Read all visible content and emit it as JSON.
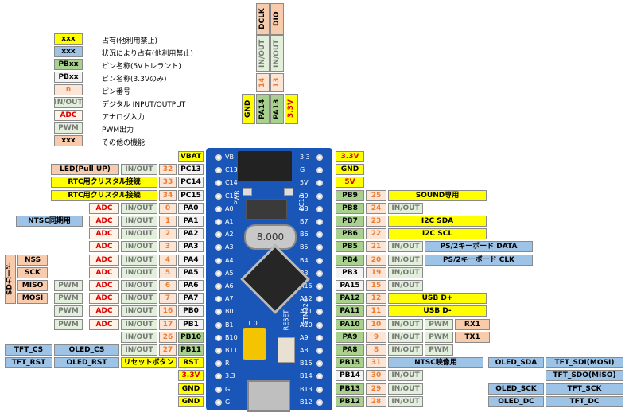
{
  "legend": [
    {
      "box": "xxx",
      "text": "占有(他利用禁止)",
      "style": "y"
    },
    {
      "box": "xxx",
      "text": "状況により占有(他利用禁止)",
      "style": "bl"
    },
    {
      "box": "PBxx",
      "text": "ピン名称(5Vトレラント)",
      "style": "gr"
    },
    {
      "box": "PBxx",
      "text": "ピン名称(3.3Vのみ)",
      "style": "wh"
    },
    {
      "box": "n",
      "text": "ピン番号",
      "style": "nm"
    },
    {
      "box": "IN/OUT",
      "text": "デジタル INPUT/OUTPUT",
      "style": "gg"
    },
    {
      "box": "ADC",
      "text": "アナログ入力",
      "style": "rd"
    },
    {
      "box": "PWM",
      "text": "PWM出力",
      "style": "gg"
    },
    {
      "box": "xxx",
      "text": "その他の機能",
      "style": "pk"
    }
  ],
  "top_pins": {
    "func": [
      "DCLK",
      "DIO"
    ],
    "io": [
      "IN/OUT",
      "IN/OUT"
    ],
    "nums": [
      "14",
      "13"
    ],
    "names": [
      "GND",
      "PA14",
      "PA13",
      "3.3V"
    ]
  },
  "left_pins": [
    {
      "name": "VBAT"
    },
    {
      "name": "PC13",
      "num": "32",
      "io": "IN/OUT",
      "func1": "LED(Pull UP)"
    },
    {
      "name": "PC14",
      "num": "33",
      "func1": "RTC用クリスタル接続"
    },
    {
      "name": "PC15",
      "num": "34",
      "func1": "RTC用クリスタル接続"
    },
    {
      "name": "PA0",
      "num": "0",
      "io": "IN/OUT",
      "adc": "ADC"
    },
    {
      "name": "PA1",
      "num": "1",
      "io": "IN/OUT",
      "adc": "ADC",
      "func1": "NTSC同期用"
    },
    {
      "name": "PA2",
      "num": "2",
      "io": "IN/OUT",
      "adc": "ADC"
    },
    {
      "name": "PA3",
      "num": "3",
      "io": "IN/OUT",
      "adc": "ADC"
    },
    {
      "name": "PA4",
      "num": "4",
      "io": "IN/OUT",
      "adc": "ADC",
      "func1": "NSS"
    },
    {
      "name": "PA5",
      "num": "5",
      "io": "IN/OUT",
      "adc": "ADC",
      "func1": "SCK"
    },
    {
      "name": "PA6",
      "num": "6",
      "io": "IN/OUT",
      "adc": "ADC",
      "pwm": "PWM",
      "func1": "MISO"
    },
    {
      "name": "PA7",
      "num": "7",
      "io": "IN/OUT",
      "adc": "ADC",
      "pwm": "PWM",
      "func1": "MOSI"
    },
    {
      "name": "PB0",
      "num": "16",
      "io": "IN/OUT",
      "adc": "ADC",
      "pwm": "PWM"
    },
    {
      "name": "PB1",
      "num": "17",
      "io": "IN/OUT",
      "adc": "ADC",
      "pwm": "PWM"
    },
    {
      "name": "PB10",
      "num": "26",
      "io": "IN/OUT"
    },
    {
      "name": "PB11",
      "num": "27",
      "io": "IN/OUT",
      "func1": "OLED_CS",
      "func2": "TFT_CS"
    },
    {
      "name": "RST",
      "func1": "リセットボタン"
    },
    {
      "name": "3.3V"
    },
    {
      "name": "GND"
    },
    {
      "name": "GND"
    }
  ],
  "sd_label": "SDカード",
  "right_pins": [
    {
      "name": "3.3V"
    },
    {
      "name": "GND"
    },
    {
      "name": "5V"
    },
    {
      "name": "PB9",
      "num": "25",
      "func1": "SOUND専用"
    },
    {
      "name": "PB8",
      "num": "24",
      "io": "IN/OUT"
    },
    {
      "name": "PB7",
      "num": "23",
      "func1": "I2C SDA"
    },
    {
      "name": "PB6",
      "num": "22",
      "func1": "I2C SCL"
    },
    {
      "name": "PB5",
      "num": "21",
      "io": "IN/OUT",
      "func1": "PS/2キーボード DATA"
    },
    {
      "name": "PB4",
      "num": "20",
      "io": "IN/OUT",
      "func1": "PS/2キーボード CLK"
    },
    {
      "name": "PB3",
      "num": "19",
      "io": "IN/OUT"
    },
    {
      "name": "PA15",
      "num": "15",
      "io": "IN/OUT"
    },
    {
      "name": "PA12",
      "num": "12",
      "func1": "USB D+"
    },
    {
      "name": "PA11",
      "num": "11",
      "func1": "USB D-"
    },
    {
      "name": "PA10",
      "num": "10",
      "io": "IN/OUT",
      "pwm": "PWM",
      "func1": "RX1"
    },
    {
      "name": "PA9",
      "num": "9",
      "io": "IN/OUT",
      "pwm": "PWM",
      "func1": "TX1"
    },
    {
      "name": "PA8",
      "num": "8",
      "io": "IN/OUT",
      "pwm": "PWM"
    },
    {
      "name": "PB15",
      "num": "31",
      "io": "NTSC映像用",
      "func1": "OLED_SDA",
      "func2": "TFT_SDI(MOSI)"
    },
    {
      "name": "PB14",
      "num": "30",
      "io": "IN/OUT",
      "func2": "TFT_SDO(MISO)"
    },
    {
      "name": "PB13",
      "num": "29",
      "io": "IN/OUT",
      "func1": "OLED_SCK",
      "func2": "TFT_SCK"
    },
    {
      "name": "PB12",
      "num": "28",
      "io": "IN/OUT",
      "func1": "OLED_DC",
      "func2": "TFT_DC"
    }
  ],
  "tft_rst": {
    "left": "TFT_RST",
    "right": "OLED_RST"
  },
  "board": {
    "left_silk": [
      "VB",
      "C13",
      "C14",
      "C15",
      "A0",
      "A1",
      "A2",
      "A3",
      "A4",
      "A5",
      "A6",
      "A7",
      "B0",
      "B1",
      "B10",
      "B11",
      "R",
      "3.3",
      "G",
      "G"
    ],
    "right_silk": [
      "3.3",
      "G",
      "5V",
      "B9",
      "B8",
      "B7",
      "B6",
      "B5",
      "B4",
      "B3",
      "A15",
      "A12",
      "A11",
      "A10",
      "A9",
      "A8",
      "B15",
      "B14",
      "B13",
      "B12"
    ],
    "pwr_label": "PWR",
    "crystal": "8.000",
    "pc13": "PC13",
    "reset": "RESET",
    "stm": "STM32®",
    "boot": "1 0"
  }
}
